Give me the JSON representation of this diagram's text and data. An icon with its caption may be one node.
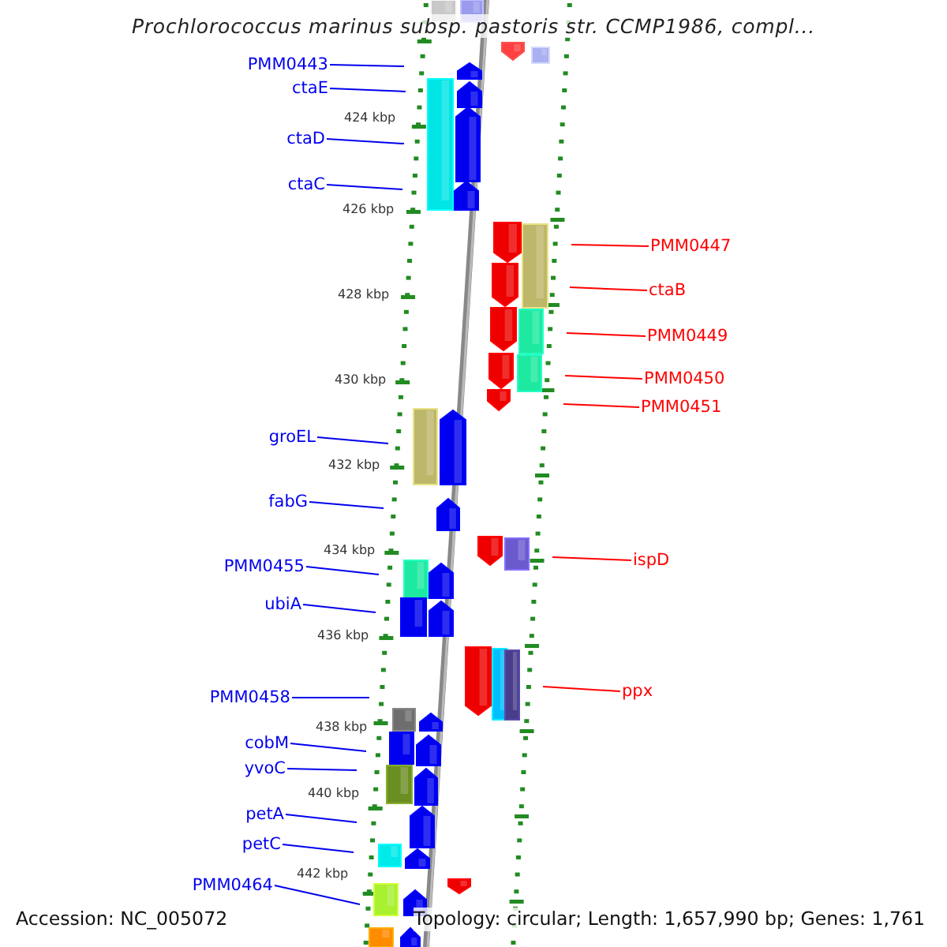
{
  "diagram": {
    "title": "Prochlorococcus marinus subsp. pastoris str. CCMP1986, compl...",
    "nodes": [
      {
        "text": [
          "PMM0443"
        ]
      },
      {
        "text": [
          "ctaE"
        ]
      },
      {
        "text": [
          "ctaD"
        ]
      },
      {
        "text": [
          "ctaC"
        ]
      },
      {
        "text": [
          "PMM0447"
        ]
      },
      {
        "text": [
          "ctaB"
        ]
      },
      {
        "text": [
          "PMM0449"
        ]
      },
      {
        "text": [
          "PMM0450"
        ]
      },
      {
        "text": [
          "PMM0451"
        ]
      },
      {
        "text": [
          "groEL"
        ]
      },
      {
        "text": [
          "fabG"
        ]
      },
      {
        "text": [
          "ispD"
        ]
      },
      {
        "text": [
          "PMM0455"
        ]
      },
      {
        "text": [
          "ubiA"
        ]
      },
      {
        "text": [
          "ppx"
        ]
      },
      {
        "text": [
          "PMM0458"
        ]
      },
      {
        "text": [
          "cobM"
        ]
      },
      {
        "text": [
          "yvoC"
        ]
      },
      {
        "text": [
          "petA"
        ]
      },
      {
        "text": [
          "petC"
        ]
      },
      {
        "text": [
          "PMM0464"
        ]
      }
    ],
    "edges": [
      {
        "from": 0,
        "to": null,
        "arrow": "none"
      },
      {
        "from": 1,
        "to": null,
        "arrow": "none"
      },
      {
        "from": 2,
        "to": null,
        "arrow": "none"
      },
      {
        "from": 3,
        "to": null,
        "arrow": "none"
      },
      {
        "from": 4,
        "to": null,
        "arrow": "none",
        "color": "#ff0000"
      },
      {
        "from": 5,
        "to": null,
        "arrow": "none",
        "color": "#ff0000"
      },
      {
        "from": 6,
        "to": null,
        "arrow": "none",
        "color": "#ff0000"
      },
      {
        "from": 7,
        "to": null,
        "arrow": "none",
        "color": "#ff0000"
      },
      {
        "from": 8,
        "to": null,
        "arrow": "none",
        "color": "#ff0000"
      },
      {
        "from": 9,
        "to": null,
        "arrow": "none"
      },
      {
        "from": 10,
        "to": null,
        "arrow": "none"
      },
      {
        "from": 11,
        "to": null,
        "arrow": "none",
        "color": "#ff0000"
      },
      {
        "from": 12,
        "to": null,
        "arrow": "none"
      },
      {
        "from": 13,
        "to": null,
        "arrow": "none"
      },
      {
        "from": 14,
        "to": null,
        "arrow": "none",
        "color": "#ff0000"
      },
      {
        "from": 15,
        "to": null,
        "arrow": "none"
      },
      {
        "from": 16,
        "to": null,
        "arrow": "none"
      },
      {
        "from": 17,
        "to": null,
        "arrow": "none"
      },
      {
        "from": 18,
        "to": null,
        "arrow": "none"
      },
      {
        "from": 19,
        "to": null,
        "arrow": "none"
      },
      {
        "from": 20,
        "to": null,
        "arrow": "none"
      }
    ],
    "labels": [
      "424 kbp",
      "426 kbp",
      "428 kbp",
      "430 kbp",
      "432 kbp",
      "434 kbp",
      "436 kbp",
      "438 kbp",
      "440 kbp",
      "442 kbp",
      "Accession: NC_005072",
      "Topology: circular; Length: 1,657,990 bp; Genes: 1,761"
    ]
  }
}
